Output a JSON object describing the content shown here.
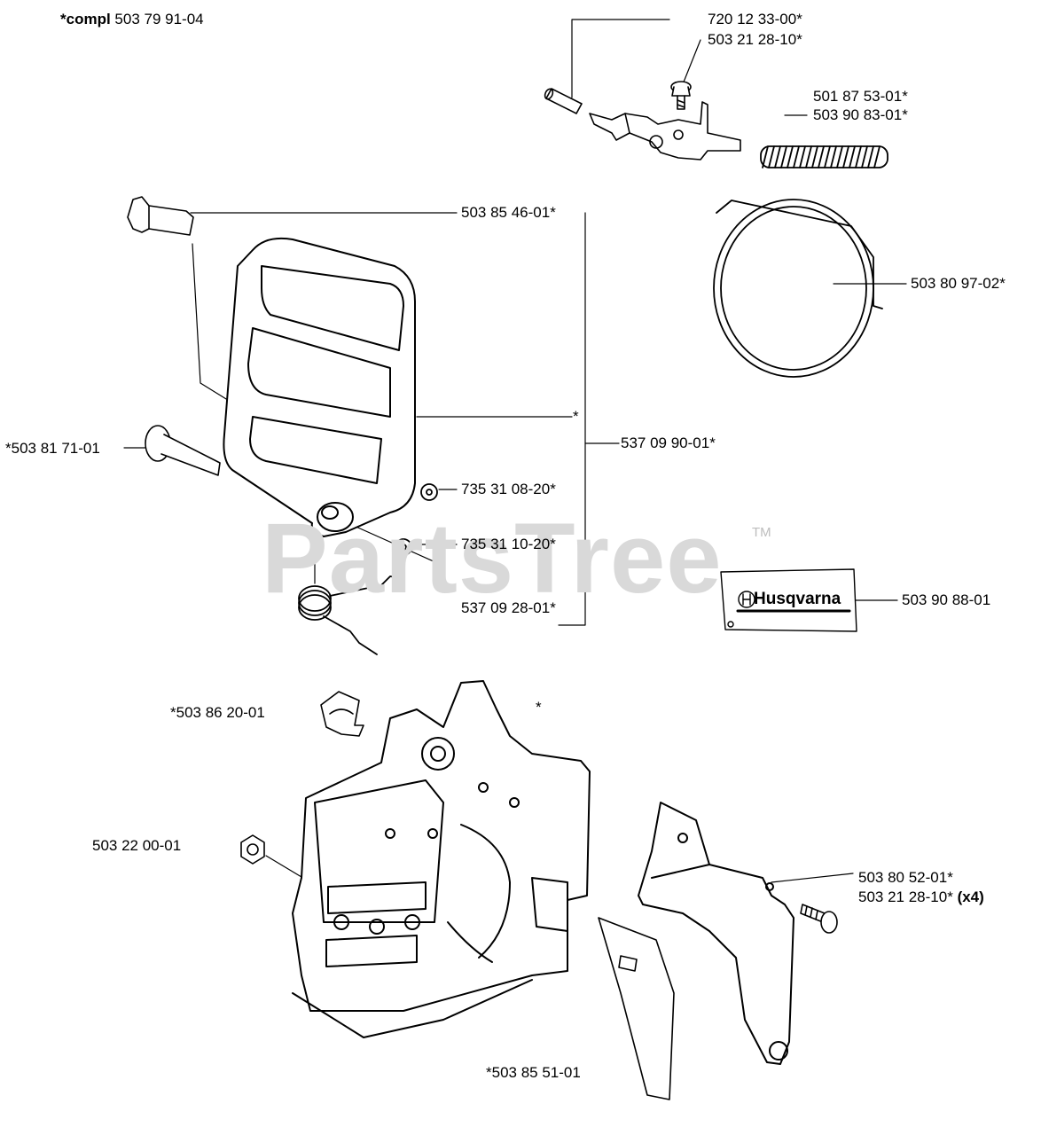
{
  "header": {
    "compl_prefix": "*compl",
    "compl_number": "503 79 91-04"
  },
  "watermark": {
    "text": "PartsTree",
    "trademark": "TM"
  },
  "logo": {
    "brand": "Husqvarna"
  },
  "labels": {
    "l1": "720 12 33-00*",
    "l2": "503 21 28-10*",
    "l3": "501 87 53-01*",
    "l4": "503 90 83-01*",
    "l5": "503 85 46-01*",
    "l6": "503 80 97-02*",
    "l7": "*",
    "l8": "537 09 90-01*",
    "l9": "*503 81 71-01",
    "l10": "735 31 08-20*",
    "l11": "735 31 10-20*",
    "l12": "537 09 28-01*",
    "l13": "503 90 88-01",
    "l14": "*503 86 20-01",
    "l15": "*",
    "l16": "503 22 00-01",
    "l17": "503 80 52-01*",
    "l18": "503 21 28-10*",
    "l18_suffix": "(x4)",
    "l19": "*503 85 51-01"
  }
}
